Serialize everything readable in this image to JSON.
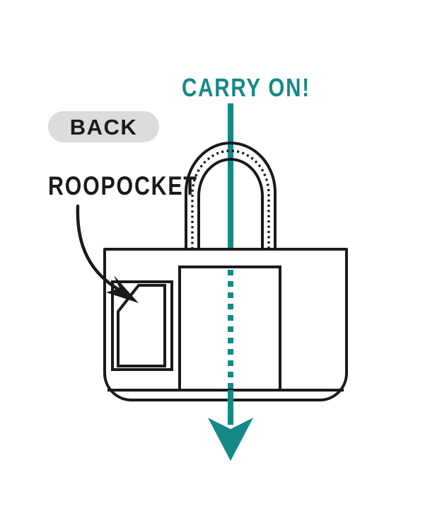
{
  "illustration": {
    "kind": "tote-bag-diagram",
    "view_label": "BACK",
    "title": "CARRY ON!",
    "pocket_callout": "ROOPOCKET"
  },
  "colors": {
    "teal": "#138a87",
    "ink": "#1a1a1a",
    "pill_background": "#dcdcdc",
    "page_background": "#ffffff"
  },
  "icons": {
    "bag": "tote-bag-icon",
    "handle": "bag-handle-icon",
    "pocket": "roopocket-shape-icon",
    "center_panel": "center-panel-icon",
    "pointer": "curved-arrow-icon",
    "axis": "center-axis-line-icon",
    "axis_arrow": "down-arrow-icon"
  }
}
